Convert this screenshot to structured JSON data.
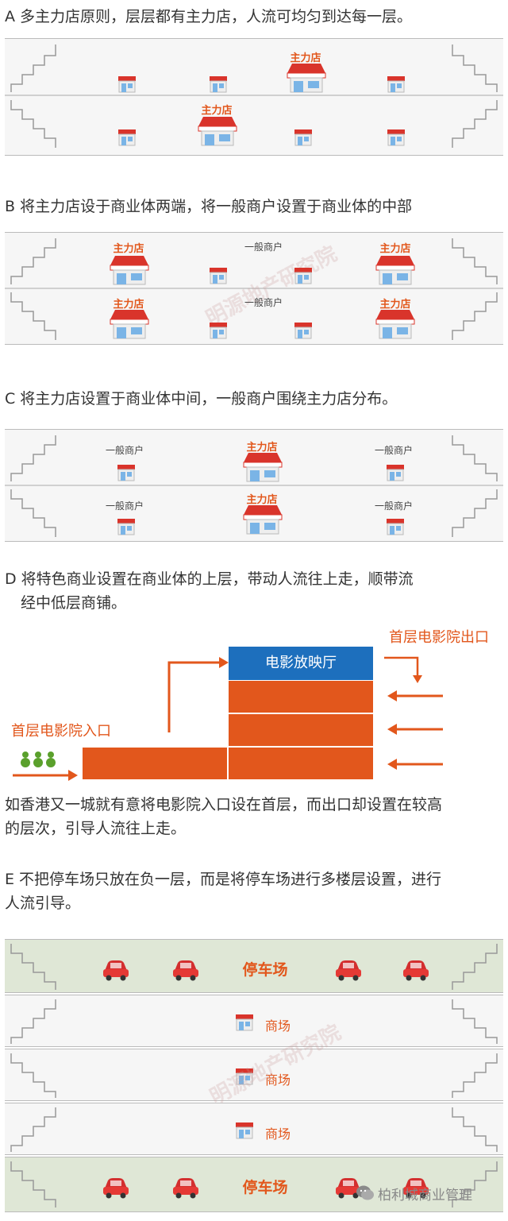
{
  "sections": {
    "a": {
      "text": "A 多主力店原则，层层都有主力店，人流可均匀到达每一层。",
      "anchor_label": "主力店"
    },
    "b": {
      "text": "B 将主力店设于商业体两端，将一般商户设置于商业体的中部",
      "anchor_label": "主力店",
      "general_label": "一般商户"
    },
    "c": {
      "text": "C 将主力店设置于商业体中间，一般商户围绕主力店分布。",
      "anchor_label": "主力店",
      "general_label": "一般商户"
    },
    "d": {
      "text_line1": "D 将特色商业设置在商业体的上层，带动人流往上走，顺带流",
      "text_line2": "经中低层商铺。",
      "cinema_hall": "电影放映厅",
      "exit_label": "首层电影院出口",
      "entry_label": "首层电影院入口",
      "example_line1": "如香港又一城就有意将电影院入口设在首层，而出口却设置在较高",
      "example_line2": "的层次，引导人流往上走。"
    },
    "e": {
      "text_line1": "E 不把停车场只放在负一层，而是将停车场进行多楼层设置，进行",
      "text_line2": "人流引导。",
      "parking_label": "停车场",
      "mall_label": "商场"
    }
  },
  "watermark": "明源地产研究院",
  "footer": {
    "brand": "柏利城商业管理"
  },
  "colors": {
    "orange": "#e2571c",
    "blue": "#1d6fbd",
    "green_band": "#dfe7d6",
    "people_green": "#5aa02c"
  }
}
